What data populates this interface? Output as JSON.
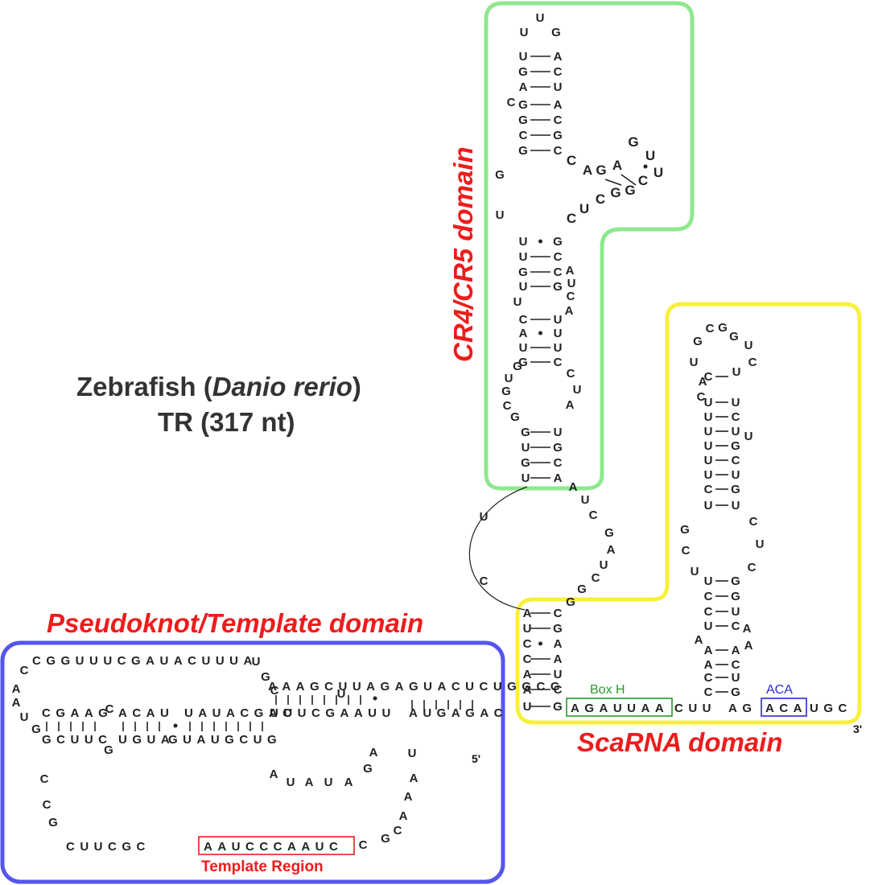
{
  "title": {
    "line1_a": "Zebrafish (",
    "line1_italic": "Danio rerio",
    "line1_b": ")",
    "line2": "TR (317 nt)"
  },
  "domains": {
    "cr4cr5": "CR4/CR5 domain",
    "pseudoknot": "Pseudoknot/Template domain",
    "scarna": "ScaRNA domain"
  },
  "motifs": {
    "box_h_label": "Box H",
    "box_h_seq": "AGAUUAA",
    "aca_label": "ACA",
    "aca_seq": "ACA",
    "template_seq": "AAUCCCAAUC",
    "template_label": "Template Region"
  },
  "ends": {
    "five_prime": "5'",
    "three_prime": "3'"
  },
  "colors": {
    "cr4cr5_border": "#8ee88e",
    "scarna_border": "#f8f03a",
    "pseudoknot_border": "#5555ee",
    "domain_label": "#ee1c1c",
    "box_h": "#2a9a2a",
    "aca": "#2a2acc",
    "template_box": "#ee1c1c"
  },
  "sequences": {
    "pk_top": "CGGUUUCGAUACUUUA",
    "pk_mid_left": "CGAAG",
    "pk_mid_b": "ACAU",
    "pk_mid_c": "UAUACGAC",
    "pk_mid_d": "UUUCGAAUU",
    "pk_low_a": "GCUUC",
    "pk_low_b": "UGUA",
    "pk_low_c": "GUAUGCUG",
    "pk_right_top": "AAAGCUUAGAGUACUCUGGCG",
    "pk_right_low": "AUGAGAC",
    "pk_bottom_loop": "CUUCGC",
    "junction_seq": "CUU",
    "junction_seq2": "AG",
    "tail_seq": "UGC"
  },
  "nucleotides": [
    "U",
    "U",
    "G",
    "U",
    "A",
    "G",
    "C",
    "A",
    "U",
    "C",
    "G",
    "A",
    "G",
    "C",
    "C",
    "G",
    "G",
    "C",
    "C",
    "A",
    "G",
    "A",
    "G",
    "U",
    "U",
    "C",
    "G",
    "G",
    "C",
    "U",
    "C",
    "U",
    "G",
    "U",
    "C",
    "G",
    "C",
    "A",
    "U",
    "G",
    "U",
    "C",
    "U",
    "A",
    "C",
    "U",
    "A",
    "U",
    "U",
    "U",
    "G",
    "C",
    "G",
    "U",
    "G",
    "C",
    "G",
    "C",
    "U",
    "A",
    "G",
    "U",
    "U",
    "G",
    "G",
    "C",
    "U",
    "A",
    "A",
    "U",
    "C",
    "G",
    "A",
    "U",
    "C",
    "G",
    "G",
    "A",
    "C",
    "U",
    "G",
    "C",
    "A",
    "C",
    "A",
    "A",
    "U",
    "A",
    "C",
    "U",
    "G",
    "U",
    "C",
    "G",
    "U",
    "C",
    "G",
    "U",
    "A",
    "C",
    "G",
    "G",
    "U",
    "C",
    "C",
    "U",
    "U",
    "U",
    "U",
    "C",
    "U",
    "U",
    "U",
    "U",
    "G",
    "U",
    "C",
    "U",
    "U",
    "C",
    "G",
    "U",
    "U",
    "C",
    "U",
    "C",
    "G",
    "C",
    "U",
    "U",
    "G",
    "C",
    "G",
    "C",
    "U",
    "U",
    "C",
    "A",
    "A",
    "A",
    "A",
    "A",
    "A",
    "C",
    "C",
    "U",
    "C",
    "G",
    "C",
    "A",
    "A",
    "U",
    "G",
    "C",
    "G",
    "C",
    "C",
    "G",
    "U",
    "G",
    "C",
    "U",
    "A",
    "U",
    "A",
    "U",
    "A",
    "G",
    "A",
    "U",
    "A",
    "A",
    "A",
    "C",
    "G",
    "C",
    "G",
    "G",
    "C",
    "C",
    "U",
    "A",
    "A",
    "C",
    "C",
    "C",
    "C",
    "G",
    "G",
    "G",
    "C",
    "A",
    "U",
    "G",
    "C"
  ]
}
